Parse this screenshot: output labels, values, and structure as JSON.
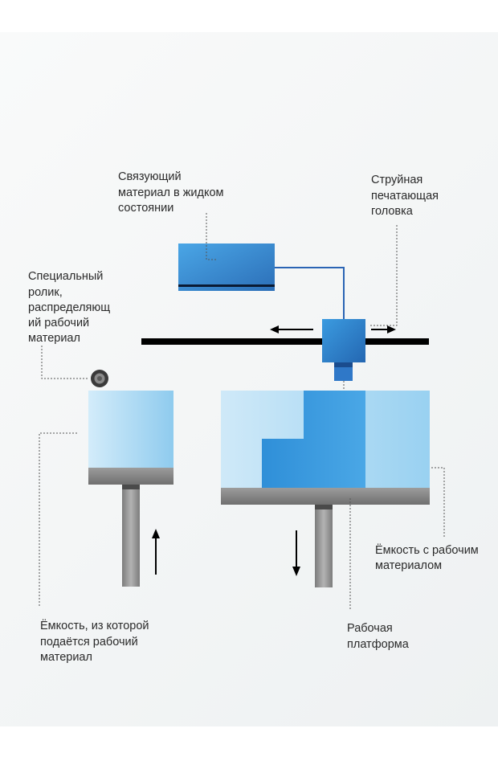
{
  "labels": {
    "binder": [
      "Связующий",
      "материал в жидком",
      "состоянии"
    ],
    "printhead": [
      "Струйная",
      "печатающая",
      "головка"
    ],
    "roller": [
      "Специальный",
      "ролик,",
      "распределяющ",
      "ий рабочий",
      "материал"
    ],
    "container": [
      "Ёмкость с рабочим",
      "материалом"
    ],
    "feed": [
      "Ёмкость, из которой",
      "подаётся рабочий",
      "материал"
    ],
    "platform": [
      "Рабочая",
      "платформа"
    ]
  },
  "colors": {
    "card_bg": "#eef1f2",
    "rail": "#000000",
    "binder_tank": "#3a8fd8",
    "printhead": "#2b7fce",
    "nozzle": "#1f5fa8",
    "powder": "#a9d8f2",
    "printed_part": "#3fa0e0",
    "platform": "#8a8a8a",
    "piston": "#9a9a9a",
    "roller": "#555555"
  },
  "icons": {
    "roller": "roller-icon",
    "arrow_left": "arrow-left-icon",
    "arrow_right": "arrow-right-icon",
    "arrow_up": "arrow-up-icon",
    "arrow_down": "arrow-down-icon"
  }
}
